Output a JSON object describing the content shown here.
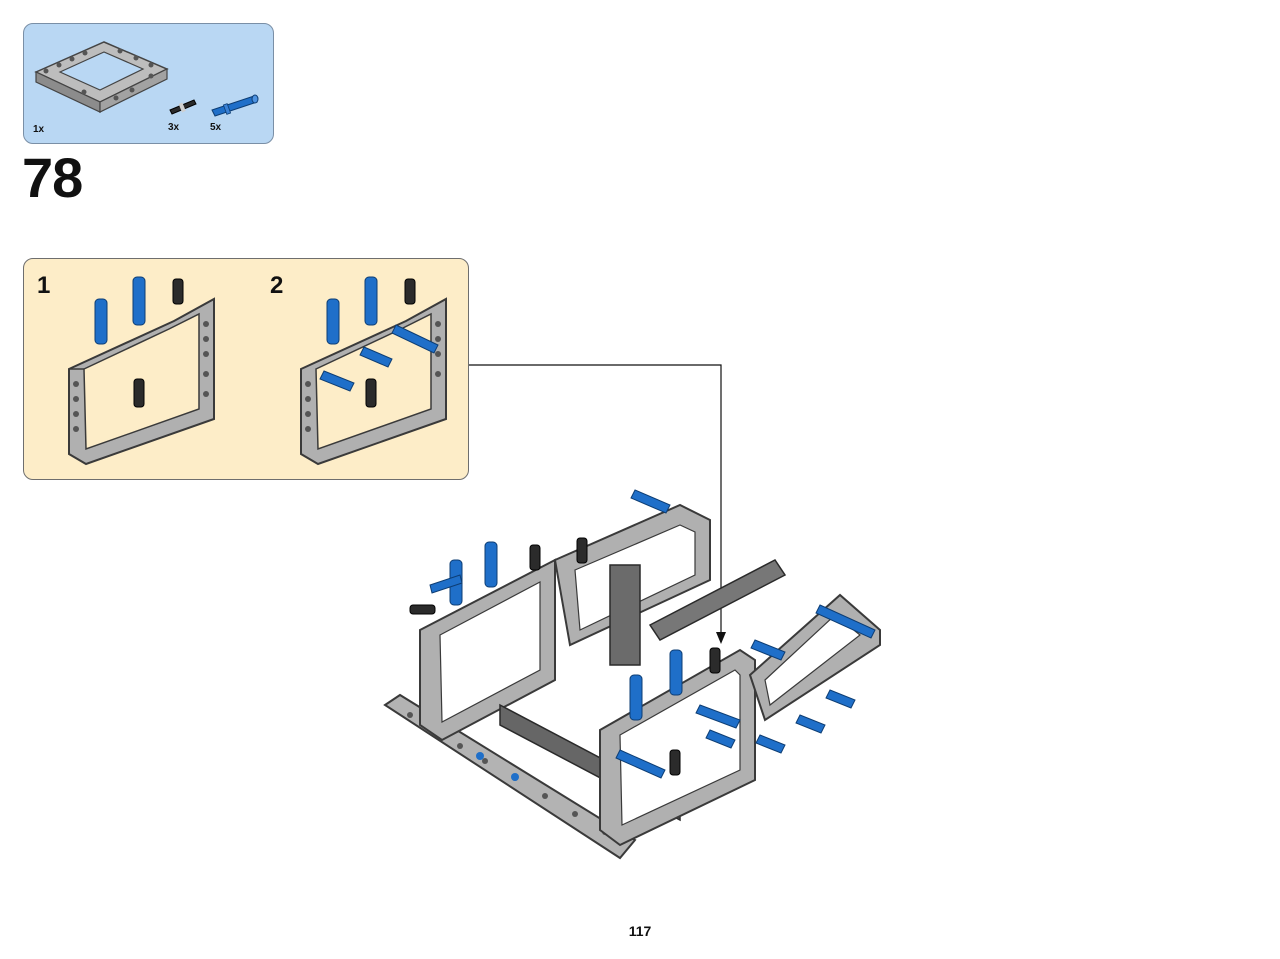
{
  "parts_list": {
    "items": [
      {
        "name": "frame",
        "quantity": "1x",
        "color": "#a9a9a9"
      },
      {
        "name": "black-pin",
        "quantity": "3x",
        "color": "#2b2b2b"
      },
      {
        "name": "blue-axle-pin",
        "quantity": "5x",
        "color": "#1f6fc9"
      }
    ]
  },
  "step": {
    "number": "78"
  },
  "subassembly": {
    "substeps": [
      {
        "label": "1"
      },
      {
        "label": "2"
      }
    ]
  },
  "page": {
    "number": "117"
  },
  "colors": {
    "parts_bg": "#b9d7f3",
    "subassembly_bg": "#fdedc8",
    "technic_gray": "#a9a9a9",
    "technic_blue": "#1f6fc9",
    "technic_black": "#2b2b2b"
  }
}
